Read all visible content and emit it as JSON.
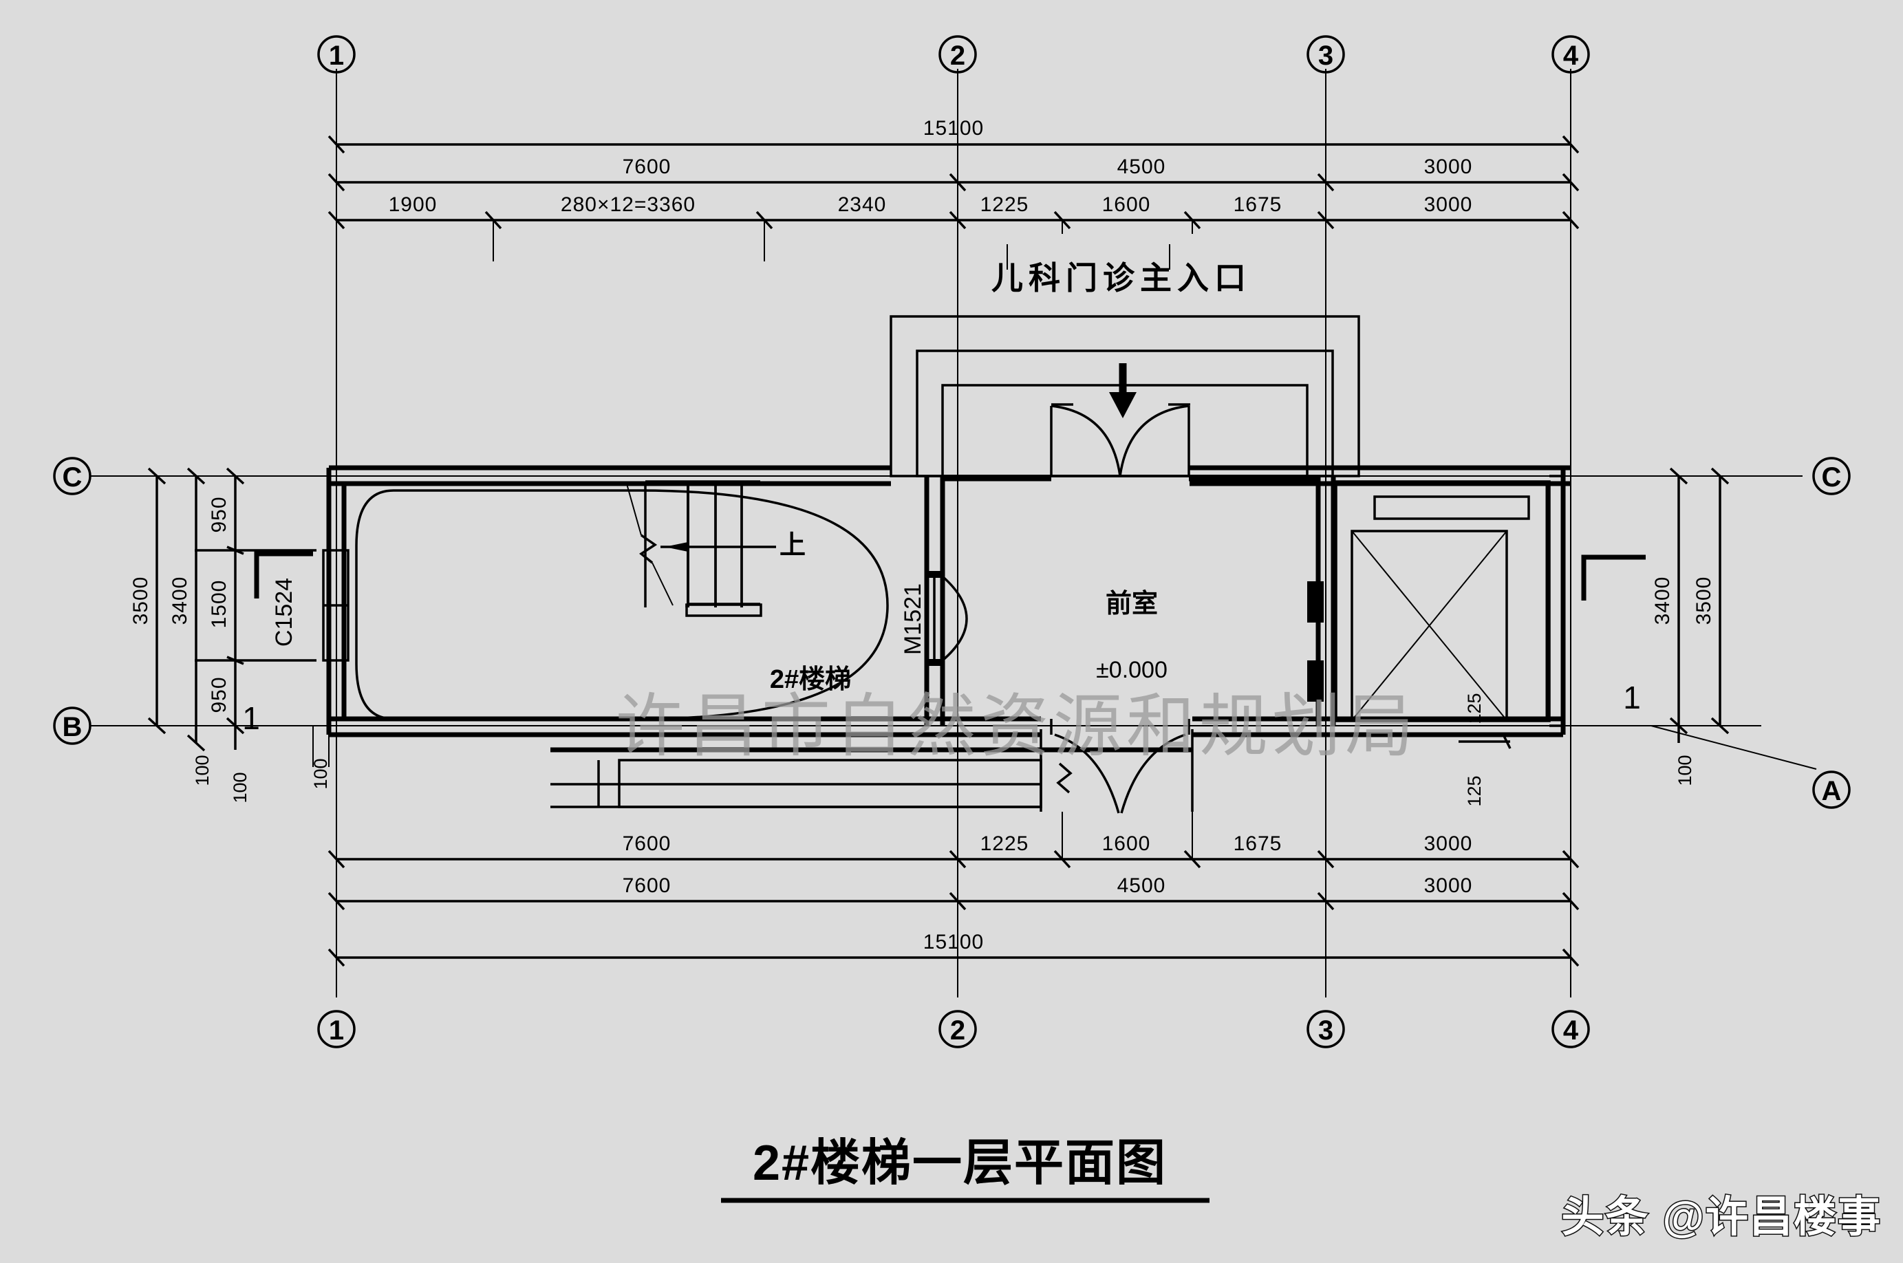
{
  "drawing": {
    "title": "2#楼梯一层平面图",
    "entrance_label": "儿科门诊主入口",
    "watermark": "许昌市自然资源和规划局",
    "brand": "头条 @许昌楼事"
  },
  "rooms": [
    {
      "name": "2#楼梯",
      "elevation": ""
    },
    {
      "name": "前室",
      "elevation": "±0.000"
    }
  ],
  "annotations": {
    "stair_up": "上",
    "door_code": "M1521",
    "window_code": "C1524",
    "section_mark_left": "1",
    "section_mark_right": "1"
  },
  "grid_bubbles": {
    "top": [
      "1",
      "2",
      "3",
      "4"
    ],
    "bottom": [
      "1",
      "2",
      "3",
      "4"
    ],
    "left": [
      "C",
      "B"
    ],
    "right": [
      "C",
      "A"
    ]
  },
  "dimensions": {
    "top_overall": "15100",
    "top_row2": [
      "7600",
      "4500",
      "3000"
    ],
    "top_row3": [
      "1900",
      "280×12=3360",
      "2340",
      "1225",
      "1600",
      "1675",
      "3000"
    ],
    "bottom_row1": [
      "7600",
      "1225",
      "1600",
      "1675",
      "3000"
    ],
    "bottom_row2": [
      "7600",
      "4500",
      "3000"
    ],
    "bottom_overall": "15100",
    "left_outer": "3500",
    "left_mid": "3400",
    "left_chain": [
      "950",
      "1500",
      "950"
    ],
    "left_offsets": [
      "100",
      "100"
    ],
    "right_mid": "3400",
    "right_outer": "3500",
    "right_offset": "100",
    "shaft_marks": [
      "125",
      "125"
    ]
  },
  "colors": {
    "background": "#dcdcdc",
    "ink": "#000000",
    "watermark": "#9a9a9a"
  }
}
